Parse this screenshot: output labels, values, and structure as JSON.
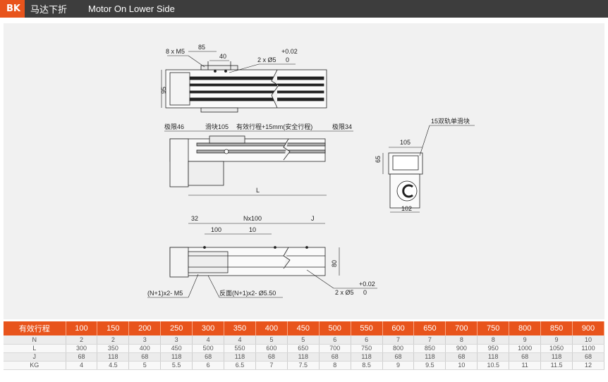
{
  "header": {
    "badge": "BK",
    "title_cn": "马达下折",
    "title_en": "Motor On Lower Side"
  },
  "drawing": {
    "top_view": {
      "d_85": "85",
      "d_40": "40",
      "d_8xm5": "8 x M5",
      "tol_plus": "+0.02",
      "tol_zero": "0",
      "d_2xd5": "2 x Ø5",
      "d_95": "95"
    },
    "side_view": {
      "limit_left": "极限46",
      "slider": "滑块105",
      "stroke": "有效行程+15mm(安全行程)",
      "limit_right": "极限34",
      "d_L": "L"
    },
    "end_view": {
      "rail_note": "15双轨单滑块",
      "d_105": "105",
      "d_65": "65",
      "d_102": "102"
    },
    "bottom_view": {
      "d_32": "32",
      "d_nx100": "Nx100",
      "d_J": "J",
      "d_100": "100",
      "d_10": "10",
      "d_80": "80",
      "holes_n1_m5": "(N+1)x2- M5",
      "holes_n1_d55": "反面(N+1)x2- Ø5.50",
      "tol_plus": "+0.02",
      "d_2xd5": "2 x Ø5",
      "tol_zero": "0"
    }
  },
  "spec_table": {
    "header_label": "有效行程",
    "strokes": [
      "100",
      "150",
      "200",
      "250",
      "300",
      "350",
      "400",
      "450",
      "500",
      "550",
      "600",
      "650",
      "700",
      "750",
      "800",
      "850",
      "900"
    ],
    "rows": [
      {
        "label": "N",
        "values": [
          "2",
          "2",
          "3",
          "3",
          "4",
          "4",
          "5",
          "5",
          "6",
          "6",
          "7",
          "7",
          "8",
          "8",
          "9",
          "9",
          "10"
        ]
      },
      {
        "label": "L",
        "values": [
          "300",
          "350",
          "400",
          "450",
          "500",
          "550",
          "600",
          "650",
          "700",
          "750",
          "800",
          "850",
          "900",
          "950",
          "1000",
          "1050",
          "1100"
        ]
      },
      {
        "label": "J",
        "values": [
          "68",
          "118",
          "68",
          "118",
          "68",
          "118",
          "68",
          "118",
          "68",
          "118",
          "68",
          "118",
          "68",
          "118",
          "68",
          "118",
          "68"
        ]
      },
      {
        "label": "KG",
        "values": [
          "4",
          "4.5",
          "5",
          "5.5",
          "6",
          "6.5",
          "7",
          "7.5",
          "8",
          "8.5",
          "9",
          "9.5",
          "10",
          "10.5",
          "11",
          "11.5",
          "12"
        ]
      }
    ]
  }
}
